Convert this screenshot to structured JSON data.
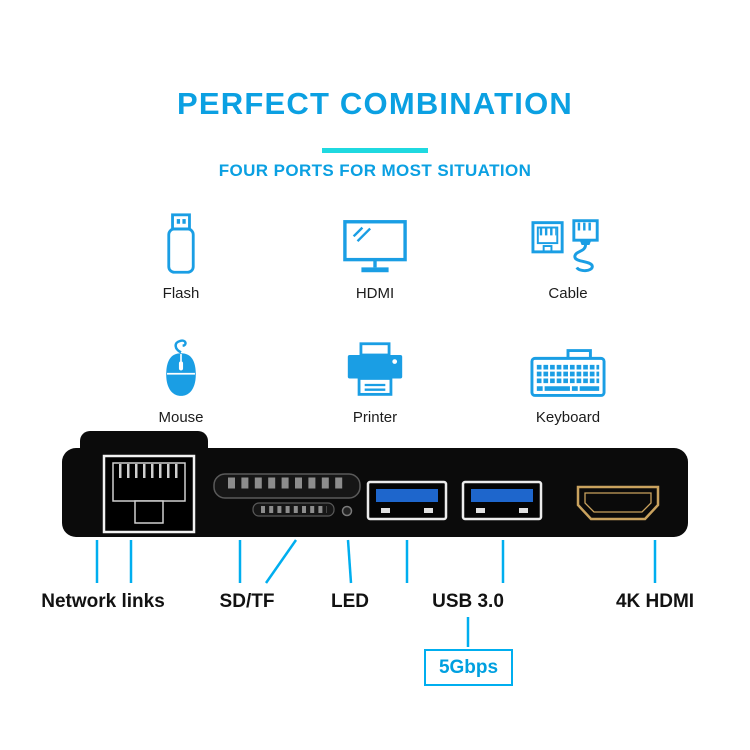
{
  "header": {
    "title": "PERFECT COMBINATION",
    "subtitle": "FOUR PORTS FOR MOST SITUATION"
  },
  "devices": {
    "items": [
      {
        "label": "Flash",
        "icon": "usb-flash-drive-icon"
      },
      {
        "label": "HDMI",
        "icon": "monitor-icon"
      },
      {
        "label": "Cable",
        "icon": "ethernet-cable-icon"
      },
      {
        "label": "Mouse",
        "icon": "mouse-icon"
      },
      {
        "label": "Printer",
        "icon": "printer-icon"
      },
      {
        "label": "Keyboard",
        "icon": "keyboard-icon"
      }
    ]
  },
  "ports": {
    "labels": [
      {
        "label": "Network links"
      },
      {
        "label": "SD/TF"
      },
      {
        "label": "LED"
      },
      {
        "label": "USB 3.0"
      },
      {
        "label": "4K HDMI"
      }
    ],
    "speed_badge": "5Gbps"
  },
  "colors": {
    "primary_blue": "#0ba0e2",
    "accent_cyan": "#1fd9e0",
    "icon_blue": "#1a9ee4",
    "callout_blue": "#00aeef",
    "usb_inner_blue": "#1e66cc",
    "hdmi_gold": "#c9a25e",
    "device_black": "#0b0b0b",
    "label_text": "#121212"
  }
}
